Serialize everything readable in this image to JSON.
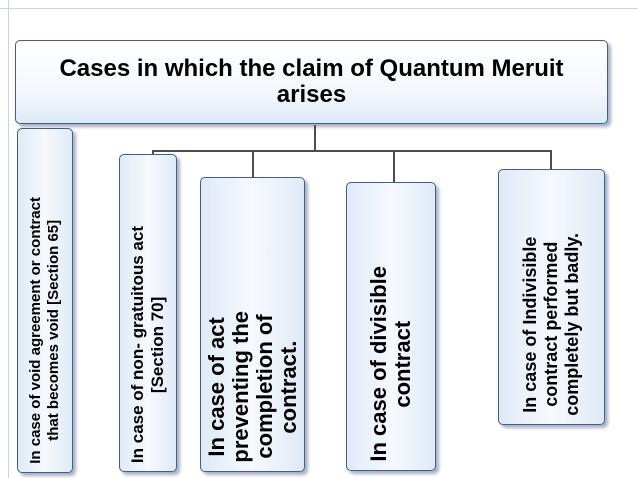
{
  "title": "Cases in which the claim of Quantum Meruit arises",
  "cases": [
    {
      "label": "In case of void agreement or contract\nthat becomes void [Section 65]"
    },
    {
      "label": "In case of non- gratuitous act\n[Section 70]"
    },
    {
      "label": "In case of act\npreventing the\ncompletion of\ncontract."
    },
    {
      "label": "In case of divisible\ncontract"
    },
    {
      "label": "In case of Indivisible\ncontract performed\ncompletely but badly."
    }
  ],
  "colors": {
    "box_border": "#3d5f96",
    "box_fill_light": "#f6f9fd",
    "box_fill_dark": "#dfeaf6",
    "connector": "#4d4d4d"
  }
}
